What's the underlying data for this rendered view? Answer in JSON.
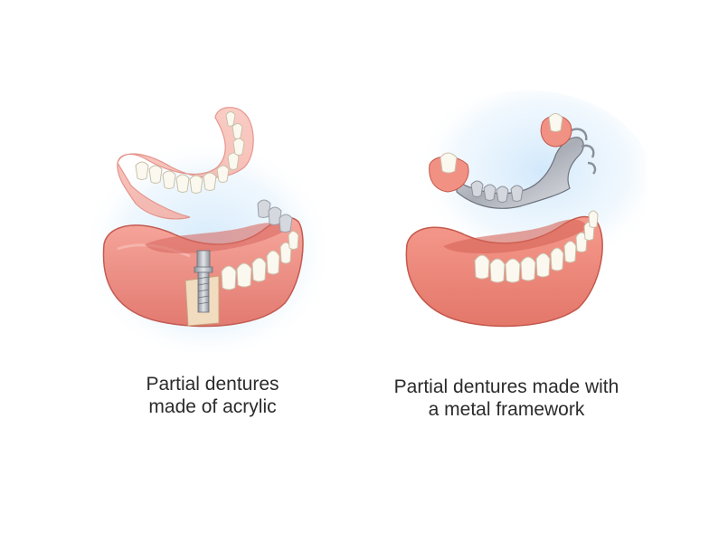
{
  "figures": [
    {
      "id": "acrylic",
      "caption_lines": [
        "Partial dentures",
        "made of acrylic"
      ]
    },
    {
      "id": "metal",
      "caption_lines": [
        "Partial dentures made with",
        "a metal framework"
      ]
    }
  ],
  "colors": {
    "gum": "#ef8f86",
    "gum_dark": "#d9665e",
    "gum_light": "#f7b3aa",
    "tooth": "#fbf8ef",
    "tooth_shadow": "#e6dfcc",
    "metal": "#b9bcc4",
    "metal_dark": "#7b808b",
    "glow": "#d8ecfb",
    "bone": "#f1dcc0",
    "text": "#2b2b2b"
  }
}
